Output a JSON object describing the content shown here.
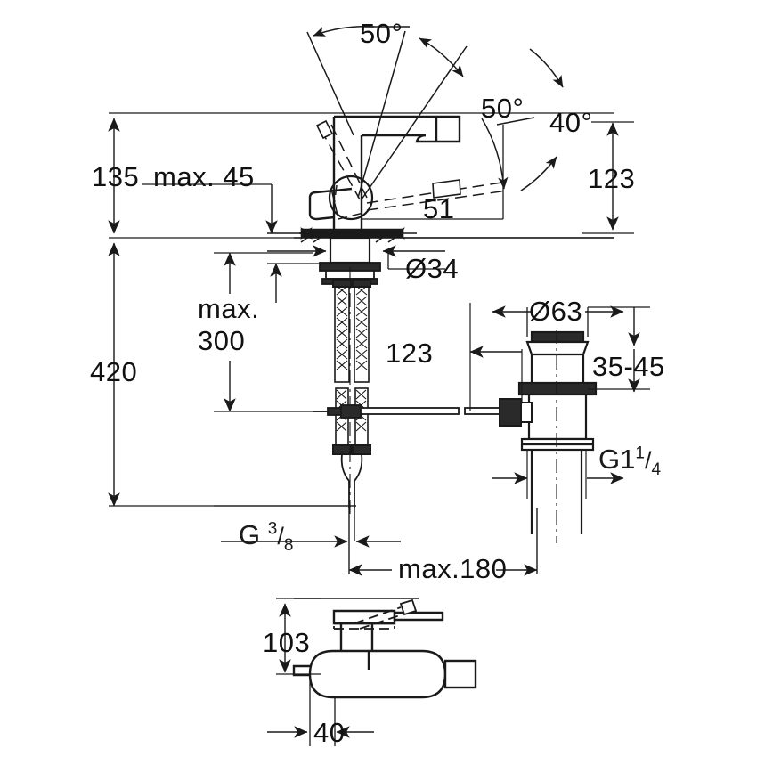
{
  "drawing": {
    "title": "Single-lever basin mixer technical dimension drawing",
    "units": "mm",
    "line_color": "#1a1a1a",
    "background_color": "#ffffff"
  },
  "dimensions": {
    "angle_swivel_left": "50°",
    "angle_swivel_right": "50°",
    "angle_lever": "40°",
    "height_total": "135",
    "height_clearance_max": "max. 45",
    "spout_reach": "51",
    "spout_height_right": "123",
    "rod_height": "123",
    "overall_height": "420",
    "hose_length_max_line1": "max.",
    "hose_length_max_line2": "300",
    "escutcheon_diameter": "Ø34",
    "drain_flange_diameter": "Ø63",
    "basin_thickness_range": "35-45",
    "waste_thread": {
      "prefix": "G1",
      "numerator": "1",
      "denominator": "4"
    },
    "supply_thread": {
      "prefix": "G",
      "numerator": "3",
      "denominator": "8"
    },
    "supply_spread_max": "max.180",
    "side_view_height": "103",
    "side_view_depth": "40"
  }
}
